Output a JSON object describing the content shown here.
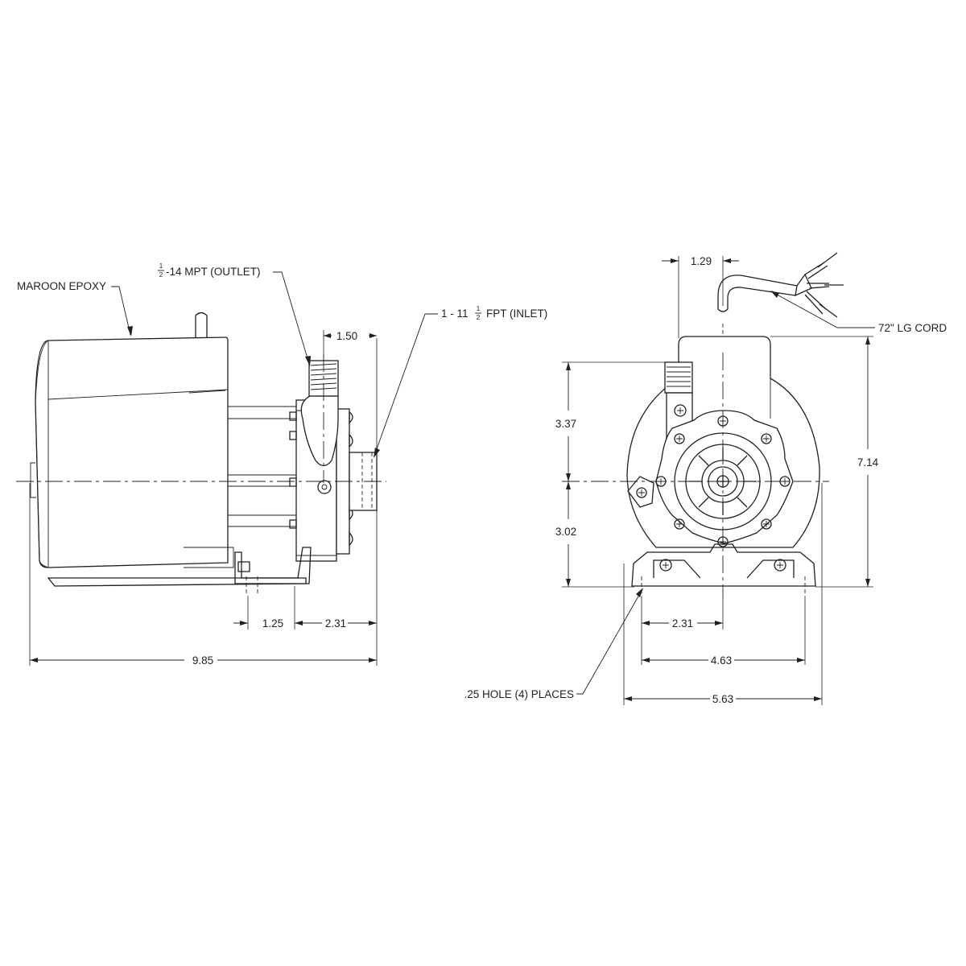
{
  "labels": {
    "maroon_epoxy": "MAROON EPOXY",
    "outlet_thread_num": "1",
    "outlet_thread_den": "2",
    "outlet_thread_text": "-14 MPT (OUTLET)",
    "inlet_thread_prefix": "1 - 11",
    "inlet_thread_num": "1",
    "inlet_thread_den": "2",
    "inlet_thread_text": "FPT (INLET)",
    "cord": "72\" LG CORD",
    "hole": ".25 HOLE (4) PLACES"
  },
  "dimensions": {
    "side_overall_length": "9.85",
    "side_inlet_offset": "1.50",
    "side_foot_spacing": "1.25",
    "side_foot_to_inlet": "2.31",
    "front_outlet_offset": "1.29",
    "front_upper_height": "3.37",
    "front_lower_height": "3.02",
    "front_overall_height": "7.14",
    "front_half_hole_spacing": "2.31",
    "front_hole_spacing": "4.63",
    "front_base_width": "5.63"
  }
}
